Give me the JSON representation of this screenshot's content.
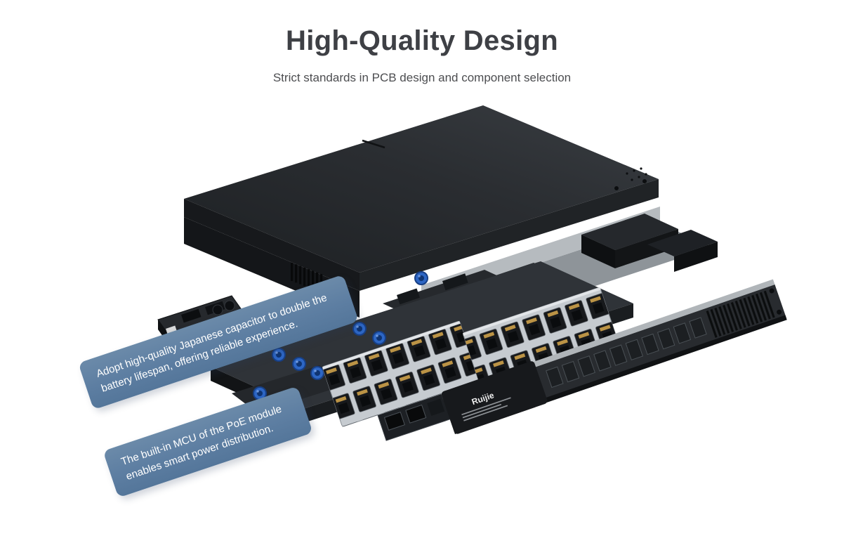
{
  "header": {
    "title": "High-Quality Design",
    "subtitle": "Strict standards in PCB design and component selection"
  },
  "callouts": [
    {
      "id": "capacitor",
      "text": "Adopt high-quality Japanese capacitor to double the battery lifespan, offering reliable experience."
    },
    {
      "id": "poe-mcu",
      "text": "The built-in MCU of the PoE module enables smart power distribution."
    }
  ],
  "product": {
    "brand": "Ruijie",
    "accent_blue": "#2d66c4",
    "callout_color": "#5d7ea2",
    "cover_color": "#26292d"
  }
}
